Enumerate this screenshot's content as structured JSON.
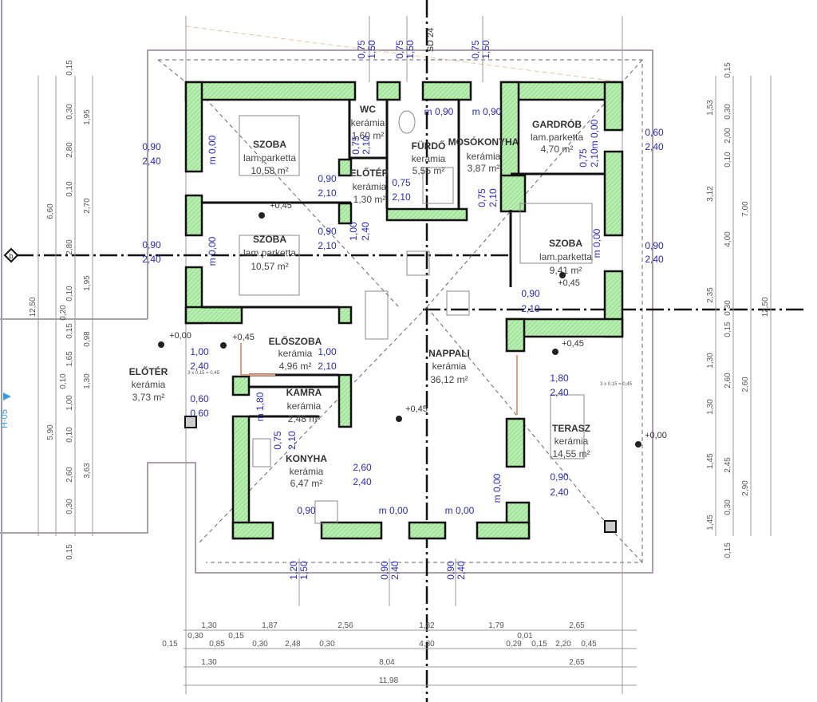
{
  "rooms": [
    {
      "name": "SZOBA",
      "floor": "lam.parketta",
      "area": "10,58 m²"
    },
    {
      "name": "SZOBA",
      "floor": "lam.parketta",
      "area": "10,57 m²"
    },
    {
      "name": "WC",
      "floor": "kerámia",
      "area": "1,60 m²"
    },
    {
      "name": "FÜRDŐ",
      "floor": "kerámia",
      "area": "5,55 m²"
    },
    {
      "name": "MOSÓKONYHA",
      "floor": "kerámia",
      "area": "3,87 m²"
    },
    {
      "name": "GARDRÓB",
      "floor": "lam.parketta",
      "area": "4,70 m²"
    },
    {
      "name": "ELŐTÉR",
      "floor": "kerámia",
      "area": "1,30 m²"
    },
    {
      "name": "SZOBA",
      "floor": "lam.parketta",
      "area": "9,41 m²"
    },
    {
      "name": "ELŐSZOBA",
      "floor": "kerámia",
      "area": "4,96 m²"
    },
    {
      "name": "ELŐTÉR",
      "floor": "kerámia",
      "area": "3,73 m²"
    },
    {
      "name": "NAPPALI",
      "floor": "kerámia",
      "area": "36,12 m²"
    },
    {
      "name": "KAMRA",
      "floor": "kerámia",
      "area": "2,48 m²"
    },
    {
      "name": "KONYHA",
      "floor": "kerámia",
      "area": "6,47 m²"
    },
    {
      "name": "TERASZ",
      "floor": "kerámia",
      "area": "14,55 m²"
    }
  ],
  "section_mark": "SD 24",
  "section_marker_h": "H-05",
  "grid_axis_label": "b",
  "levels": [
    "+0,00",
    "+0,45",
    "+0,45",
    "+0,45",
    "+0,45",
    "+0,45",
    "+0,00"
  ],
  "openings_top": [
    "0,75",
    "1,50",
    "0,75",
    "1,50",
    "0,75",
    "1,50"
  ],
  "openings": [
    "0,90",
    "2,40",
    "0,90",
    "2,40",
    "0,60",
    "2,40",
    "0,90",
    "2,40",
    "m 0,00",
    "m 0,00",
    "m 0,00",
    "0,75",
    "2,10",
    "0,90",
    "2,10",
    "0,90",
    "2,10",
    "1,00",
    "2,40",
    "m 0,90",
    "m 0,90",
    "0,75",
    "2,10",
    "0,75",
    "2,10",
    "0,75",
    "2,10",
    "0,90",
    "2,10",
    "1,00",
    "2,40",
    "1,00",
    "2,10",
    "0,60",
    "0,60",
    "m 1,80",
    "0,75",
    "2,10",
    "2,60",
    "2,40",
    "0,90",
    "m 0,00",
    "m 0,00",
    "m 0,00",
    "1,80",
    "2,40",
    "0,90",
    "2,40",
    "m 0,00"
  ],
  "openings_bottom": [
    "1,20",
    "1,50",
    "0,90",
    "2,40",
    "0,90",
    "2,40"
  ],
  "dims_bottom": {
    "row1": [
      "1,30",
      "1,87",
      "2,56",
      "1,82",
      "1,79",
      "2,65"
    ],
    "row2": [
      "0,15",
      "0,30",
      "0,85",
      "0,15",
      "0,30",
      "2,48",
      "0,30",
      "4,30",
      "0,29",
      "0,01",
      "0,15",
      "2,20",
      "0,45"
    ],
    "row3": [
      "1,30",
      "8,04",
      "2,65"
    ],
    "row4": [
      "11,98"
    ]
  },
  "dims_left": {
    "inner": [
      "0,15",
      "0,30",
      "2,80",
      "0,10",
      "2,80",
      "0,10",
      "0,20",
      "0,15",
      "1,65",
      "0,10",
      "1,00",
      "0,10",
      "2,60",
      "0,30",
      "0,15"
    ],
    "middle": [
      "1,95",
      "2,70",
      "1,95",
      "0,98",
      "1,30",
      "3,63"
    ],
    "outer": [
      "6,60",
      "5,90"
    ],
    "total": [
      "12,50"
    ]
  },
  "dims_right": {
    "inner": [
      "1,53",
      "3,12",
      "2,35",
      "1,30",
      "1,30",
      "1,45",
      "1,45"
    ],
    "middle": [
      "0,15",
      "0,30",
      "2,00",
      "0,10",
      "4,00",
      "0,30",
      "0,15",
      "2,60",
      "2,45",
      "0,30",
      "0,15"
    ],
    "outer": [
      "7,00",
      "2,60",
      "2,90"
    ],
    "total": [
      "12,50"
    ]
  },
  "stair_note": "3 x 0,15 = 0,45",
  "colors": {
    "wall_fill": "#b8eeb0",
    "wall_hatch": "#7fcf78",
    "dimension_blue": "#2b2bb0",
    "roof_outline": "#a9a0aa",
    "door_swing": "#e89a7a"
  }
}
